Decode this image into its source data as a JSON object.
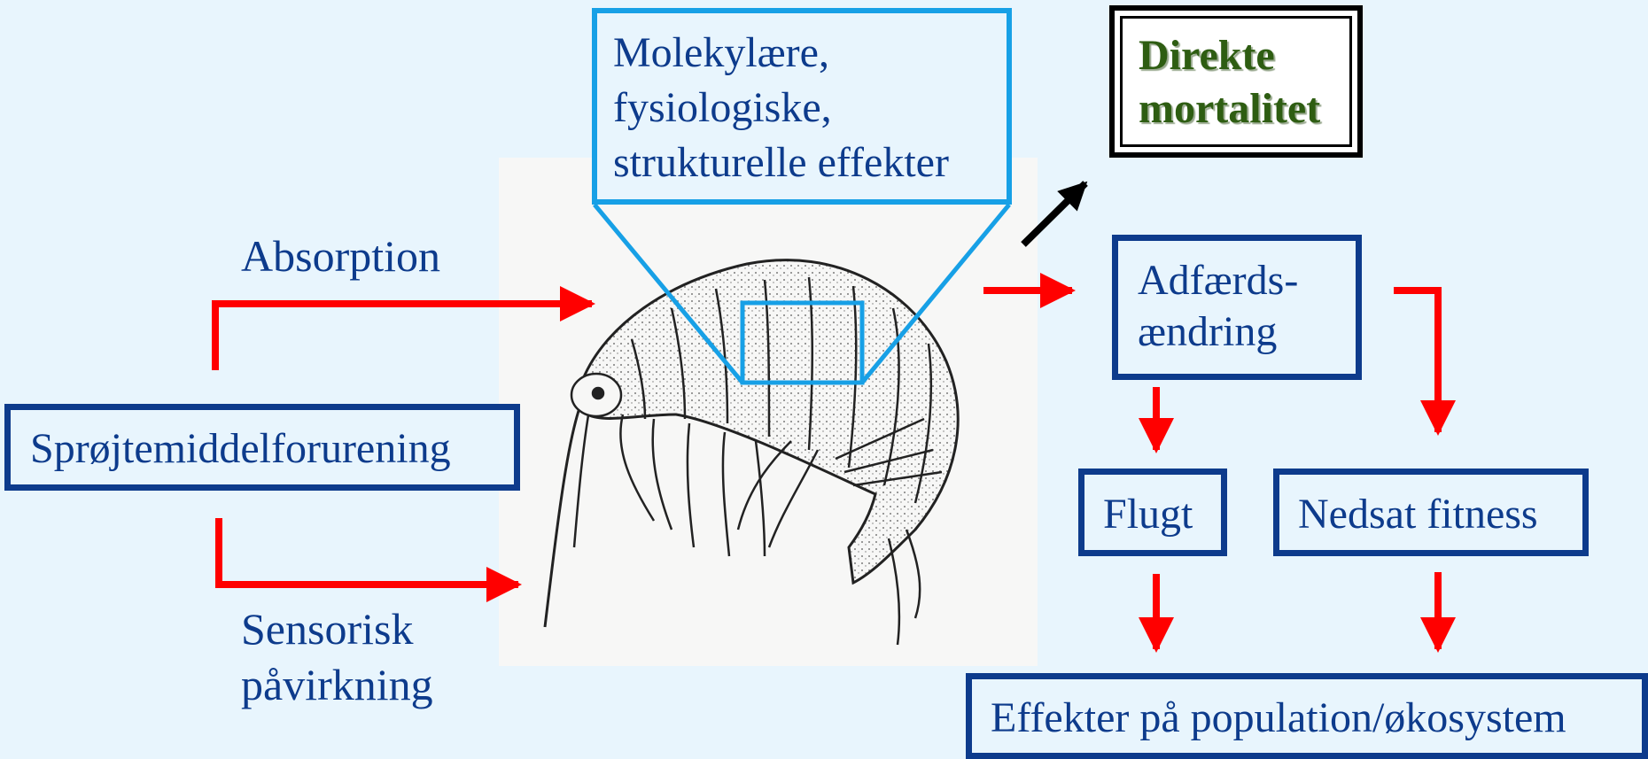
{
  "source_box": {
    "label": "Sprøjtemiddelforurening"
  },
  "paths": {
    "absorption": "Absorption",
    "sensory_line1": "Sensorisk",
    "sensory_line2": "påvirkning"
  },
  "effects_box": {
    "line1": "Molekylære,",
    "line2": "fysiologiske,",
    "line3": "strukturelle effekter"
  },
  "mortality_box": {
    "line1": "Direkte",
    "line2": "mortalitet"
  },
  "behavior_box": {
    "line1": "Adfærds-",
    "line2": "ændring"
  },
  "escape_box": {
    "label": "Flugt"
  },
  "fitness_box": {
    "label": "Nedsat fitness"
  },
  "population_box": {
    "label": "Effekter på population/økosystem"
  },
  "colors": {
    "background": "#e8f5fd",
    "box_border": "#0d3b8c",
    "text": "#0d3b8c",
    "arrow": "#ff0000",
    "highlight": "#17a0e6",
    "mortality_text": "#2e5d12"
  },
  "illustration": {
    "subject": "amphipod-crustacean"
  }
}
